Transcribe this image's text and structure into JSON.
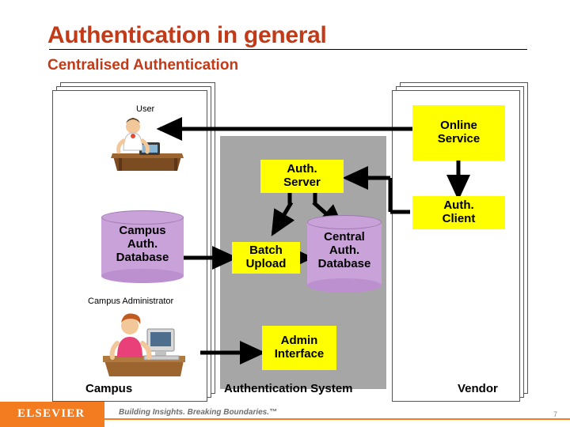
{
  "slide": {
    "title": "Authentication in general",
    "subtitle": "Centralised Authentication",
    "number": "7"
  },
  "footer": {
    "brand": "ELSEVIER",
    "tagline": "Building Insights. Breaking Boundaries.™"
  },
  "diagram": {
    "zones": [
      {
        "name": "campus",
        "label": "Campus"
      },
      {
        "name": "auth-system",
        "label": "Authentication System"
      },
      {
        "name": "vendor",
        "label": "Vendor"
      }
    ],
    "labels": {
      "user": "User",
      "campus_administrator": "Campus Administrator"
    },
    "nodes": [
      {
        "id": "online-service",
        "label": "Online\nService",
        "line1": "Online",
        "line2": "Service",
        "color": "#FFFF00"
      },
      {
        "id": "auth-server",
        "label": "Auth.\nServer",
        "line1": "Auth.",
        "line2": "Server",
        "color": "#FFFF00"
      },
      {
        "id": "auth-client",
        "label": "Auth.\nClient",
        "line1": "Auth.",
        "line2": "Client",
        "color": "#FFFF00"
      },
      {
        "id": "batch-upload",
        "label": "Batch\nUpload",
        "line1": "Batch",
        "line2": "Upload",
        "color": "#FFFF00"
      },
      {
        "id": "admin-interface",
        "label": "Admin\nInterface",
        "line1": "Admin",
        "line2": "Interface",
        "color": "#FFFF00"
      },
      {
        "id": "campus-auth-database",
        "line1": "Campus",
        "line2": "Auth.",
        "line3": "Database",
        "color": "#C9A2D9"
      },
      {
        "id": "central-auth-database",
        "line1": "Central",
        "line2": "Auth.",
        "line3": "Database",
        "color": "#C9A2D9"
      }
    ],
    "colors": {
      "panel_background": "#A6A6A6",
      "box_fill": "#FFFF00",
      "database_fill": "#C9A2D9",
      "arrow": "#000000",
      "title": "#C23A18",
      "accent": "#F47C20"
    }
  }
}
